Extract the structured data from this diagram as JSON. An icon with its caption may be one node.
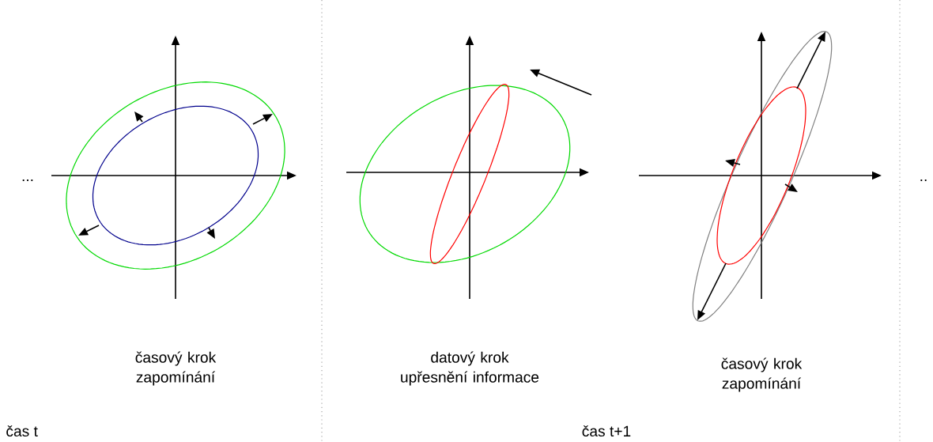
{
  "diagram": {
    "labels": [
      "...",
      "časový krok zapomínání",
      "datový krok upřesnění informace",
      "časový krok zapomínání",
      "..",
      "čas t",
      "čas t+1"
    ]
  }
}
